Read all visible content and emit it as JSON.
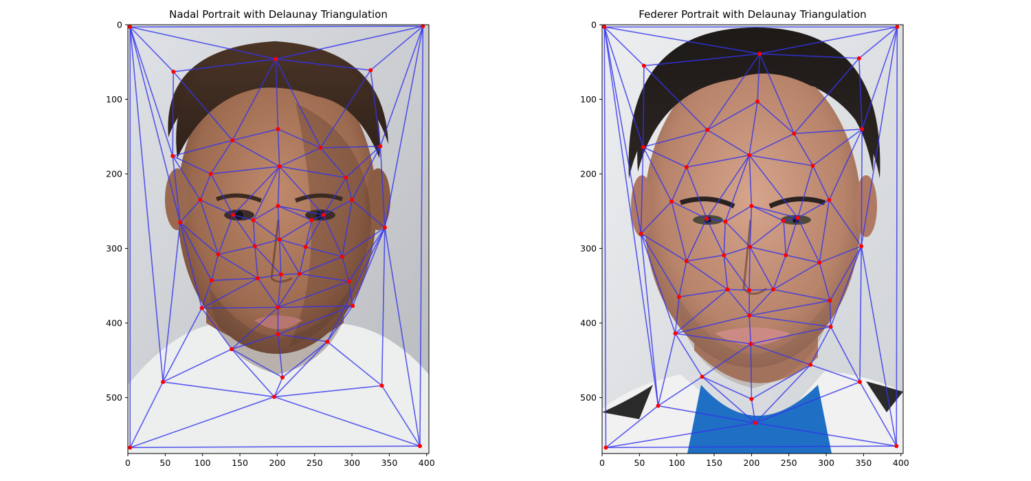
{
  "chart_data": [
    {
      "type": "scatter",
      "title": "Nadal Portrait with Delaunay Triangulation",
      "subject": "nadal",
      "xlim": [
        0,
        403
      ],
      "ylim": [
        575,
        0
      ],
      "xticks": [
        0,
        50,
        100,
        150,
        200,
        250,
        300,
        350,
        400
      ],
      "yticks": [
        0,
        100,
        200,
        300,
        400,
        500
      ],
      "grid": false,
      "point_color": "#ff0000",
      "edge_color": "#3333ee",
      "points": [
        [
          3,
          3
        ],
        [
          395,
          2
        ],
        [
          3,
          567
        ],
        [
          391,
          565
        ],
        [
          61,
          63
        ],
        [
          198,
          46
        ],
        [
          325,
          61
        ],
        [
          60,
          176
        ],
        [
          140,
          155
        ],
        [
          201,
          140
        ],
        [
          258,
          165
        ],
        [
          338,
          163
        ],
        [
          111,
          200
        ],
        [
          203,
          190
        ],
        [
          292,
          205
        ],
        [
          97,
          235
        ],
        [
          300,
          235
        ],
        [
          201,
          243
        ],
        [
          70,
          265
        ],
        [
          141,
          255
        ],
        [
          168,
          262
        ],
        [
          262,
          255
        ],
        [
          246,
          262
        ],
        [
          344,
          272
        ],
        [
          170,
          297
        ],
        [
          238,
          298
        ],
        [
          203,
          288
        ],
        [
          121,
          308
        ],
        [
          287,
          311
        ],
        [
          112,
          343
        ],
        [
          174,
          340
        ],
        [
          205,
          335
        ],
        [
          230,
          334
        ],
        [
          296,
          344
        ],
        [
          99,
          380
        ],
        [
          201,
          379
        ],
        [
          301,
          377
        ],
        [
          201,
          415
        ],
        [
          267,
          425
        ],
        [
          139,
          435
        ],
        [
          207,
          473
        ],
        [
          47,
          479
        ],
        [
          340,
          484
        ],
        [
          196,
          499
        ]
      ],
      "triangles": [
        [
          0,
          1,
          5
        ],
        [
          0,
          4,
          5
        ],
        [
          1,
          5,
          6
        ],
        [
          0,
          4,
          7
        ],
        [
          0,
          7,
          18
        ],
        [
          0,
          18,
          41
        ],
        [
          0,
          41,
          2
        ],
        [
          4,
          5,
          8
        ],
        [
          4,
          7,
          8
        ],
        [
          5,
          8,
          9
        ],
        [
          5,
          9,
          10
        ],
        [
          5,
          6,
          10
        ],
        [
          6,
          10,
          11
        ],
        [
          1,
          6,
          11
        ],
        [
          1,
          11,
          23
        ],
        [
          1,
          23,
          3
        ],
        [
          7,
          8,
          12
        ],
        [
          7,
          12,
          15
        ],
        [
          7,
          15,
          18
        ],
        [
          8,
          9,
          13
        ],
        [
          8,
          12,
          13
        ],
        [
          9,
          10,
          13
        ],
        [
          10,
          13,
          14
        ],
        [
          10,
          11,
          14
        ],
        [
          11,
          14,
          16
        ],
        [
          11,
          16,
          23
        ],
        [
          12,
          13,
          19
        ],
        [
          12,
          15,
          19
        ],
        [
          13,
          19,
          20
        ],
        [
          13,
          20,
          17
        ],
        [
          13,
          17,
          21
        ],
        [
          13,
          14,
          21
        ],
        [
          14,
          16,
          21
        ],
        [
          17,
          21,
          22
        ],
        [
          15,
          18,
          27
        ],
        [
          15,
          19,
          27
        ],
        [
          19,
          20,
          24
        ],
        [
          19,
          24,
          27
        ],
        [
          20,
          17,
          26
        ],
        [
          20,
          24,
          26
        ],
        [
          17,
          22,
          26
        ],
        [
          22,
          26,
          25
        ],
        [
          21,
          22,
          25
        ],
        [
          21,
          16,
          28
        ],
        [
          21,
          25,
          28
        ],
        [
          16,
          23,
          28
        ],
        [
          18,
          27,
          29
        ],
        [
          18,
          29,
          34
        ],
        [
          27,
          24,
          30
        ],
        [
          27,
          29,
          30
        ],
        [
          24,
          26,
          31
        ],
        [
          24,
          30,
          31
        ],
        [
          26,
          25,
          32
        ],
        [
          26,
          31,
          32
        ],
        [
          25,
          28,
          32
        ],
        [
          28,
          32,
          33
        ],
        [
          28,
          23,
          33
        ],
        [
          23,
          33,
          36
        ],
        [
          29,
          30,
          34
        ],
        [
          30,
          31,
          35
        ],
        [
          30,
          34,
          35
        ],
        [
          31,
          32,
          35
        ],
        [
          32,
          33,
          35
        ],
        [
          33,
          35,
          36
        ],
        [
          34,
          35,
          39
        ],
        [
          35,
          39,
          37
        ],
        [
          35,
          36,
          37
        ],
        [
          36,
          37,
          38
        ],
        [
          36,
          23,
          38
        ],
        [
          18,
          34,
          41
        ],
        [
          34,
          39,
          41
        ],
        [
          37,
          39,
          40
        ],
        [
          37,
          38,
          40
        ],
        [
          38,
          40,
          43
        ],
        [
          38,
          42,
          43
        ],
        [
          23,
          38,
          42
        ],
        [
          39,
          40,
          43
        ],
        [
          39,
          41,
          43
        ],
        [
          41,
          43,
          2
        ],
        [
          2,
          43,
          3
        ],
        [
          43,
          42,
          3
        ],
        [
          23,
          42,
          3
        ]
      ]
    },
    {
      "type": "scatter",
      "title": "Federer Portrait with Delaunay Triangulation",
      "subject": "federer",
      "xlim": [
        0,
        403
      ],
      "ylim": [
        575,
        0
      ],
      "xticks": [
        0,
        50,
        100,
        150,
        200,
        250,
        300,
        350,
        400
      ],
      "yticks": [
        0,
        100,
        200,
        300,
        400,
        500
      ],
      "grid": false,
      "point_color": "#ff0000",
      "edge_color": "#3333ee",
      "points": [
        [
          3,
          3
        ],
        [
          395,
          3
        ],
        [
          5,
          567
        ],
        [
          394,
          565
        ],
        [
          56,
          55
        ],
        [
          211,
          39
        ],
        [
          344,
          45
        ],
        [
          55,
          164
        ],
        [
          141,
          141
        ],
        [
          208,
          103
        ],
        [
          257,
          146
        ],
        [
          348,
          140
        ],
        [
          113,
          191
        ],
        [
          197,
          175
        ],
        [
          282,
          189
        ],
        [
          93,
          237
        ],
        [
          304,
          235
        ],
        [
          200,
          243
        ],
        [
          52,
          280
        ],
        [
          140,
          260
        ],
        [
          165,
          264
        ],
        [
          262,
          259
        ],
        [
          243,
          263
        ],
        [
          347,
          297
        ],
        [
          113,
          317
        ],
        [
          163,
          309
        ],
        [
          198,
          298
        ],
        [
          246,
          309
        ],
        [
          291,
          319
        ],
        [
          103,
          365
        ],
        [
          168,
          355
        ],
        [
          197,
          356
        ],
        [
          229,
          355
        ],
        [
          305,
          370
        ],
        [
          98,
          414
        ],
        [
          197,
          390
        ],
        [
          306,
          405
        ],
        [
          199,
          428
        ],
        [
          279,
          456
        ],
        [
          134,
          472
        ],
        [
          200,
          502
        ],
        [
          75,
          511
        ],
        [
          345,
          479
        ],
        [
          205,
          534
        ]
      ],
      "triangles": [
        [
          0,
          1,
          5
        ],
        [
          0,
          4,
          5
        ],
        [
          1,
          5,
          6
        ],
        [
          0,
          4,
          7
        ],
        [
          0,
          7,
          18
        ],
        [
          0,
          18,
          41
        ],
        [
          0,
          41,
          2
        ],
        [
          4,
          5,
          8
        ],
        [
          4,
          7,
          8
        ],
        [
          5,
          8,
          9
        ],
        [
          5,
          9,
          10
        ],
        [
          5,
          6,
          10
        ],
        [
          6,
          10,
          11
        ],
        [
          1,
          6,
          11
        ],
        [
          1,
          11,
          23
        ],
        [
          1,
          23,
          3
        ],
        [
          7,
          8,
          12
        ],
        [
          7,
          12,
          15
        ],
        [
          7,
          15,
          18
        ],
        [
          8,
          9,
          13
        ],
        [
          8,
          12,
          13
        ],
        [
          9,
          10,
          13
        ],
        [
          10,
          13,
          14
        ],
        [
          10,
          11,
          14
        ],
        [
          11,
          14,
          16
        ],
        [
          11,
          16,
          23
        ],
        [
          12,
          13,
          19
        ],
        [
          12,
          15,
          19
        ],
        [
          13,
          19,
          20
        ],
        [
          13,
          20,
          17
        ],
        [
          13,
          17,
          21
        ],
        [
          13,
          14,
          21
        ],
        [
          14,
          16,
          21
        ],
        [
          17,
          21,
          22
        ],
        [
          15,
          18,
          24
        ],
        [
          15,
          19,
          24
        ],
        [
          19,
          20,
          25
        ],
        [
          19,
          24,
          25
        ],
        [
          20,
          17,
          26
        ],
        [
          20,
          25,
          26
        ],
        [
          17,
          22,
          26
        ],
        [
          22,
          26,
          27
        ],
        [
          21,
          22,
          27
        ],
        [
          21,
          16,
          28
        ],
        [
          21,
          27,
          28
        ],
        [
          16,
          23,
          28
        ],
        [
          18,
          24,
          29
        ],
        [
          24,
          25,
          30
        ],
        [
          24,
          29,
          30
        ],
        [
          25,
          26,
          31
        ],
        [
          25,
          30,
          31
        ],
        [
          26,
          27,
          32
        ],
        [
          26,
          31,
          32
        ],
        [
          27,
          28,
          32
        ],
        [
          28,
          32,
          33
        ],
        [
          28,
          23,
          33
        ],
        [
          23,
          33,
          36
        ],
        [
          29,
          30,
          34
        ],
        [
          30,
          31,
          35
        ],
        [
          30,
          34,
          35
        ],
        [
          31,
          32,
          35
        ],
        [
          32,
          33,
          35
        ],
        [
          33,
          35,
          36
        ],
        [
          34,
          35,
          37
        ],
        [
          35,
          36,
          37
        ],
        [
          36,
          37,
          38
        ],
        [
          36,
          23,
          42
        ],
        [
          36,
          38,
          42
        ],
        [
          18,
          29,
          34
        ],
        [
          18,
          34,
          41
        ],
        [
          34,
          37,
          39
        ],
        [
          34,
          39,
          41
        ],
        [
          37,
          38,
          40
        ],
        [
          37,
          39,
          40
        ],
        [
          38,
          40,
          43
        ],
        [
          38,
          42,
          43
        ],
        [
          39,
          40,
          43
        ],
        [
          39,
          41,
          43
        ],
        [
          41,
          43,
          2
        ],
        [
          2,
          43,
          3
        ],
        [
          43,
          42,
          3
        ],
        [
          23,
          42,
          3
        ]
      ]
    }
  ]
}
